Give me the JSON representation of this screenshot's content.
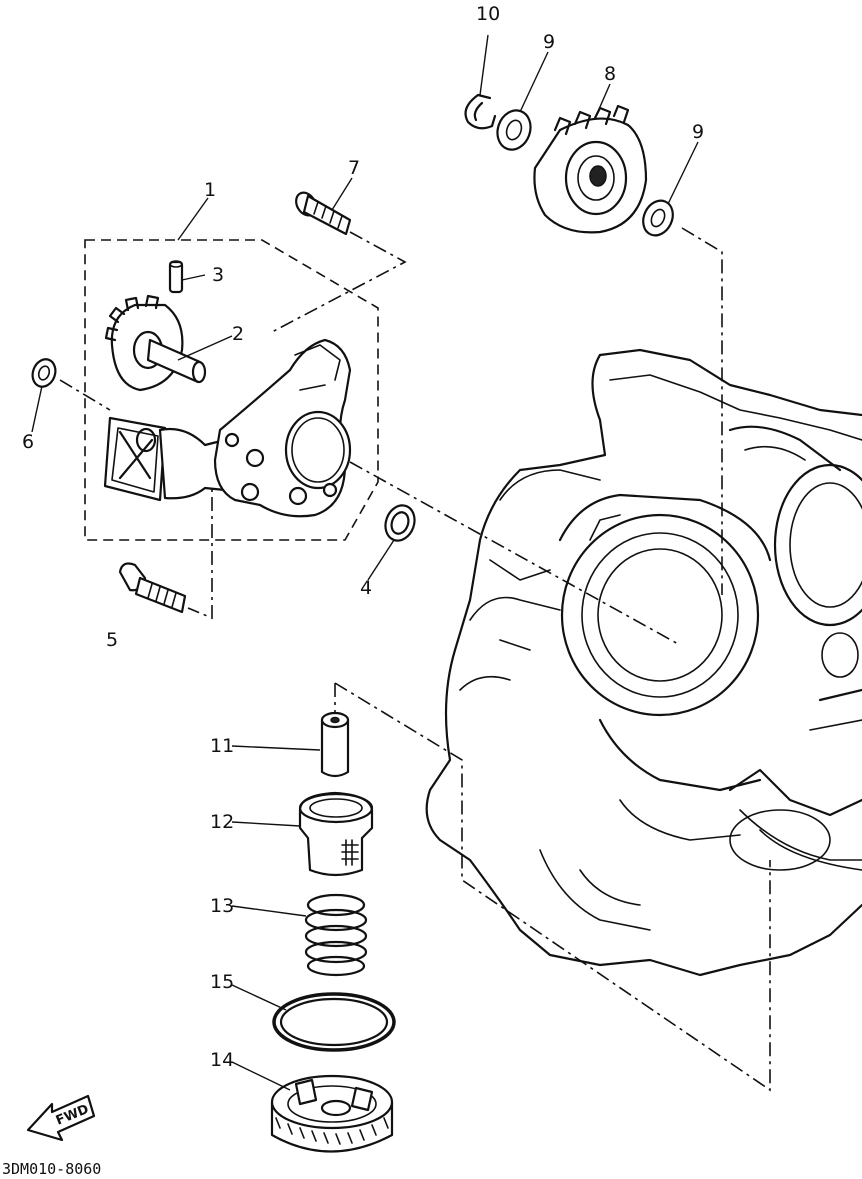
{
  "callouts": [
    "1",
    "2",
    "3",
    "4",
    "5",
    "6",
    "7",
    "8",
    "9",
    "9",
    "10",
    "11",
    "12",
    "13",
    "15",
    "14"
  ],
  "fwd_label": "FWD",
  "drawing_code": "3DM010-8060"
}
